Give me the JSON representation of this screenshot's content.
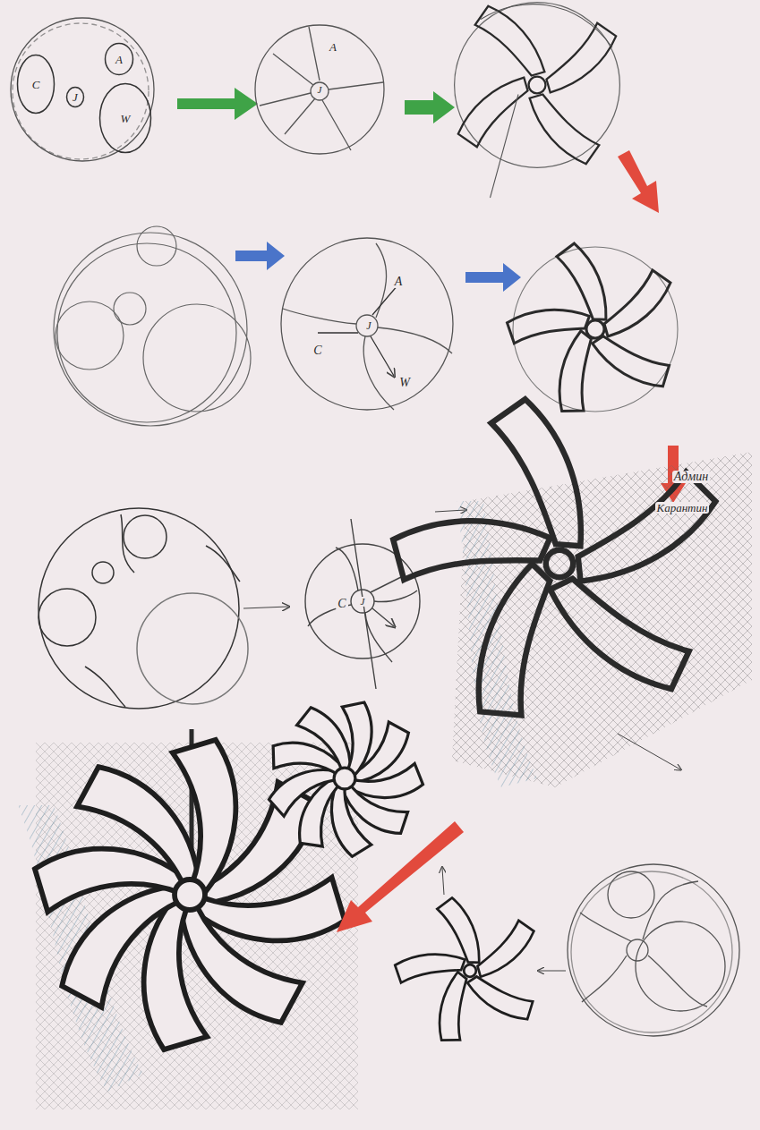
{
  "diagram": {
    "nodes": [
      {
        "text": [
          "A"
        ]
      },
      {
        "text": [
          "C"
        ]
      },
      {
        "text": [
          "J"
        ]
      },
      {
        "text": [
          "W"
        ]
      }
    ],
    "labels": [
      "A",
      "J",
      "A",
      "J",
      "C",
      "W",
      "C",
      "J",
      "Админ",
      "Карантин"
    ]
  }
}
